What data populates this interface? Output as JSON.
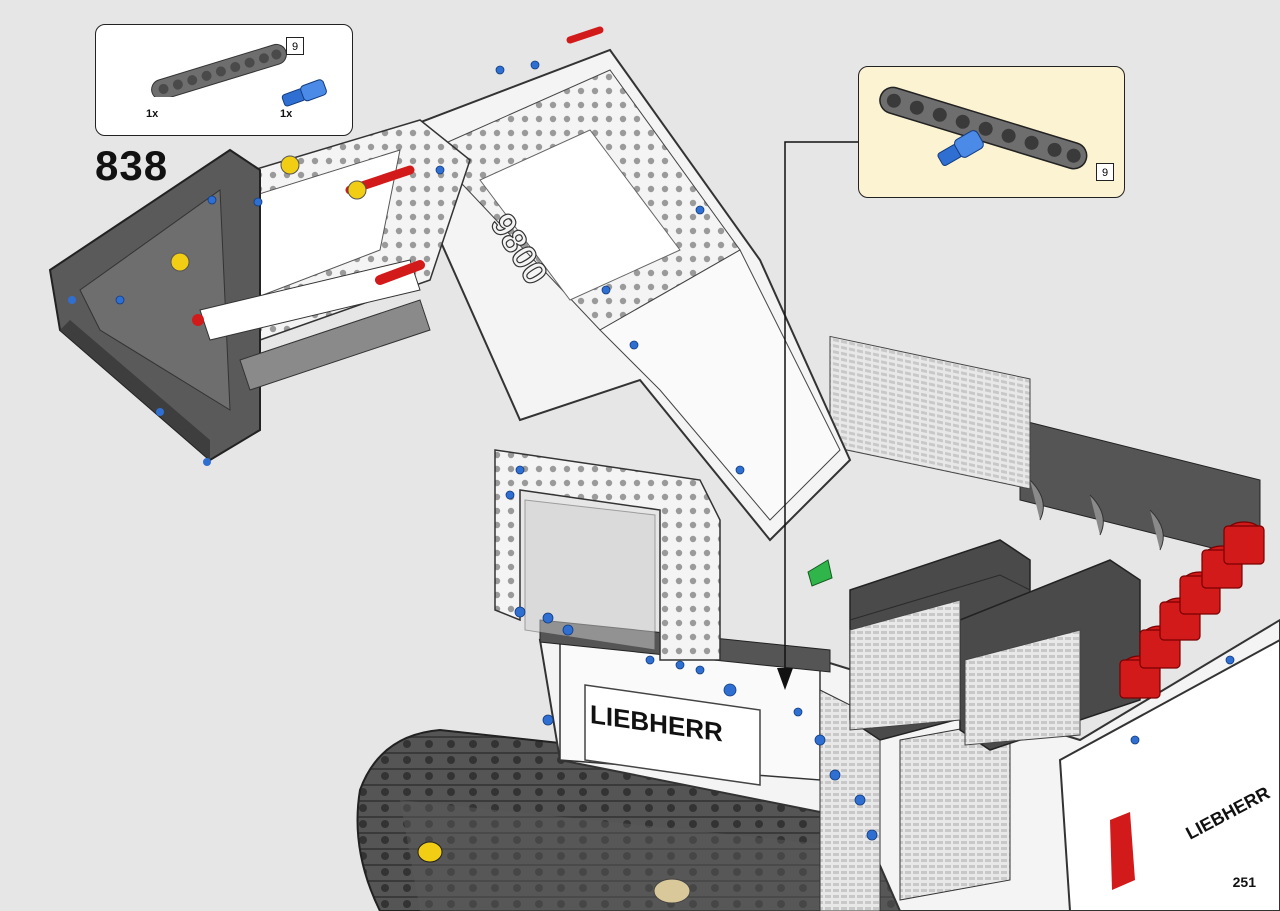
{
  "step": {
    "number": "838"
  },
  "parts_list": {
    "items": [
      {
        "name": "gray-technic-beam",
        "quantity": "1x",
        "length": "9",
        "color": "#6e6e6e"
      },
      {
        "name": "blue-axle-pin",
        "quantity": "1x",
        "color": "#2f6fd1"
      }
    ]
  },
  "callout": {
    "part_length": "9"
  },
  "model": {
    "brand_text": "LIEBHERR",
    "model_text": "9800"
  },
  "page": {
    "number": "251"
  },
  "colors": {
    "background": "#e6e6e6",
    "callout_background": "#fbf3d2",
    "technic_white": "#f4f4f4",
    "technic_gray": "#6e6e6e",
    "technic_dark": "#4a4a4a",
    "technic_blue": "#2f6fd1",
    "technic_red": "#d21a1a",
    "technic_yellow": "#f1cd13"
  }
}
